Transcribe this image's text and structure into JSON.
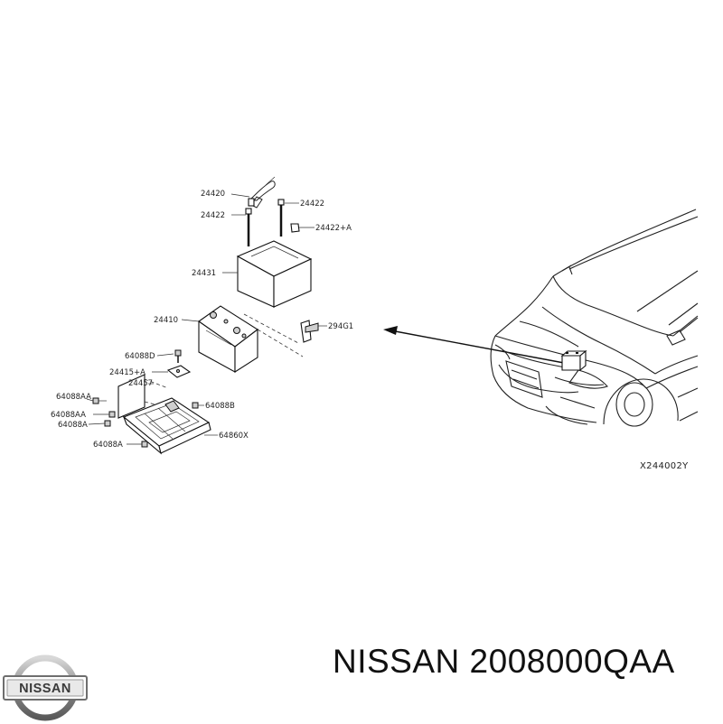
{
  "diagram": {
    "callouts": {
      "wire_harness": "24420",
      "stud_left": "24422",
      "stud_right": "24422",
      "stud_nut": "24422+A",
      "battery_cover": "24431",
      "battery": "24410",
      "sensor": "294G1",
      "bolt_top": "64088D",
      "bracket": "24415+A",
      "plate": "24457",
      "bolt_aa_1": "64088AA",
      "bolt_aa_2": "64088AA",
      "bolt_a_1": "64088A",
      "bolt_b": "64088B",
      "tray": "64860X",
      "bolt_a_2": "64088A"
    },
    "figure_code": "X244002Y"
  },
  "caption": {
    "text": "NISSAN 2008000QAA"
  },
  "logo": {
    "wordmark": "NISSAN",
    "icon": "nissan-logo-icon"
  },
  "colors": {
    "line": "#222222",
    "logo_metal": "#8c8c8c",
    "logo_band": "#3a3a3a"
  }
}
